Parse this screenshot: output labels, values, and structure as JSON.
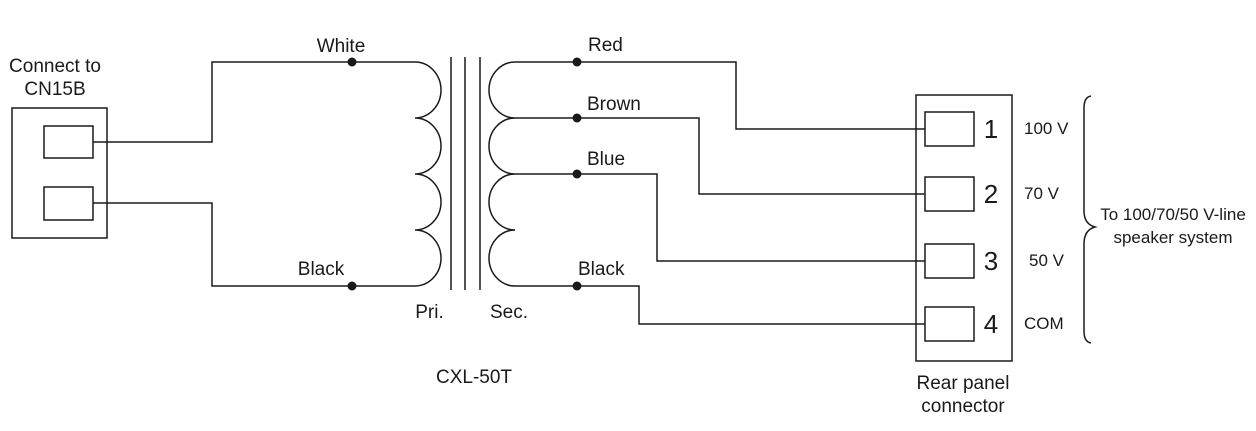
{
  "connector_left": {
    "label_line1": "Connect to",
    "label_line2": "CN15B"
  },
  "wires": {
    "primary_top": "White",
    "primary_bottom": "Black",
    "secondary": [
      "Red",
      "Brown",
      "Blue",
      "Black"
    ]
  },
  "transformer": {
    "primary_label": "Pri.",
    "secondary_label": "Sec.",
    "model": "CXL-50T"
  },
  "rear_panel": {
    "caption_line1": "Rear panel",
    "caption_line2": "connector",
    "terminals": [
      {
        "number": "1",
        "voltage": "100 V"
      },
      {
        "number": "2",
        "voltage": "70 V"
      },
      {
        "number": "3",
        "voltage": "50 V"
      },
      {
        "number": "4",
        "voltage": "COM"
      }
    ]
  },
  "annotation": {
    "line1": "To 100/70/50 V-line",
    "line2": "speaker system"
  },
  "colors": {
    "line": "#1a1a1a",
    "text": "#1a1a1a",
    "background": "#ffffff"
  }
}
